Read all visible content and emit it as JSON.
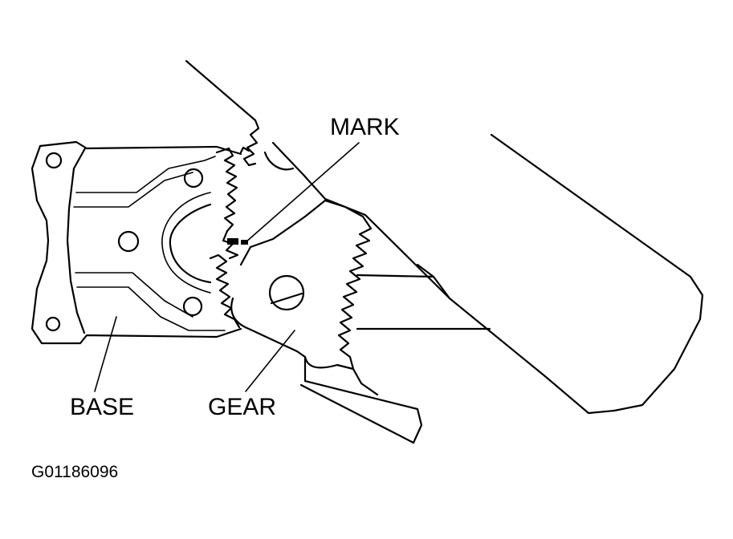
{
  "labels": {
    "mark": "MARK",
    "base": "BASE",
    "gear": "GEAR"
  },
  "figure_code": "G01186096",
  "colors": {
    "ink": "#000000",
    "paper": "#ffffff"
  }
}
